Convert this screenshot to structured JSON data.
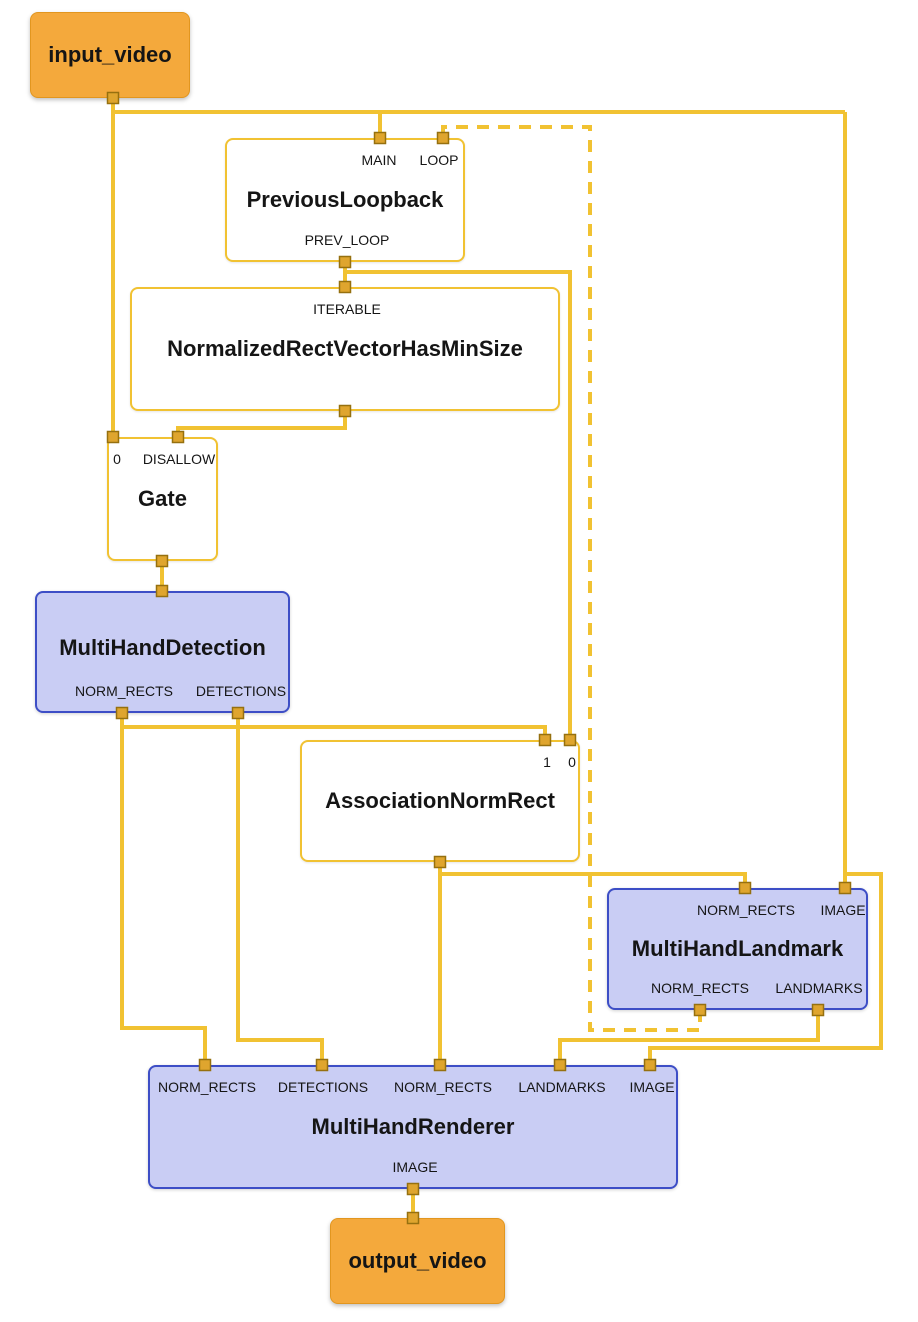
{
  "colors": {
    "edge": "#F1C232",
    "port_marker_fill": "#DFA52E",
    "port_marker_border": "#96700F",
    "terminal_node_fill": "#F4A93C",
    "calculator_node_border": "#F1C232",
    "subgraph_node_fill": "#C9CDF4",
    "subgraph_node_border": "#3D4EC6"
  },
  "nodes": {
    "input_video": {
      "label": "input_video"
    },
    "previous_loopback": {
      "title": "PreviousLoopback",
      "in_ports": [
        "MAIN",
        "LOOP"
      ],
      "out_ports": [
        "PREV_LOOP"
      ]
    },
    "has_min_size": {
      "title": "NormalizedRectVectorHasMinSize",
      "in_ports": [
        "ITERABLE"
      ]
    },
    "gate": {
      "title": "Gate",
      "in_ports": [
        "0",
        "DISALLOW"
      ]
    },
    "multi_hand_detection": {
      "title": "MultiHandDetection",
      "out_ports": [
        "NORM_RECTS",
        "DETECTIONS"
      ]
    },
    "association_norm_rect": {
      "title": "AssociationNormRect",
      "in_ports": [
        "1",
        "0"
      ]
    },
    "multi_hand_landmark": {
      "title": "MultiHandLandmark",
      "in_ports": [
        "NORM_RECTS",
        "IMAGE"
      ],
      "out_ports": [
        "NORM_RECTS",
        "LANDMARKS"
      ]
    },
    "multi_hand_renderer": {
      "title": "MultiHandRenderer",
      "in_ports": [
        "NORM_RECTS",
        "DETECTIONS",
        "NORM_RECTS",
        "LANDMARKS",
        "IMAGE"
      ],
      "out_ports": [
        "IMAGE"
      ]
    },
    "output_video": {
      "label": "output_video"
    }
  }
}
